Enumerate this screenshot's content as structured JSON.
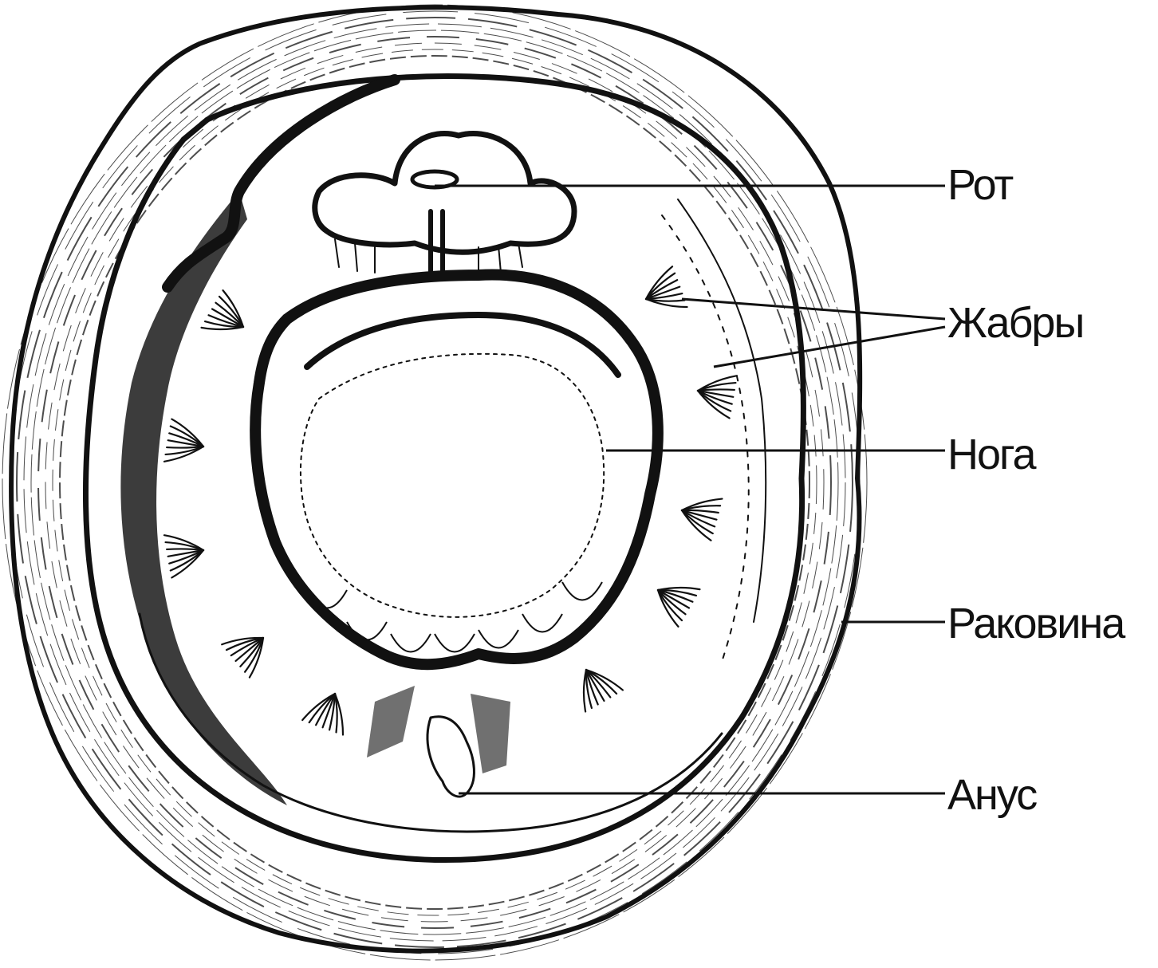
{
  "diagram": {
    "labels": {
      "mouth": "Рот",
      "gills": "Жабры",
      "foot": "Нога",
      "shell": "Раковина",
      "anus": "Анус"
    },
    "colors": {
      "ink": "#111111",
      "background": "#ffffff"
    }
  }
}
